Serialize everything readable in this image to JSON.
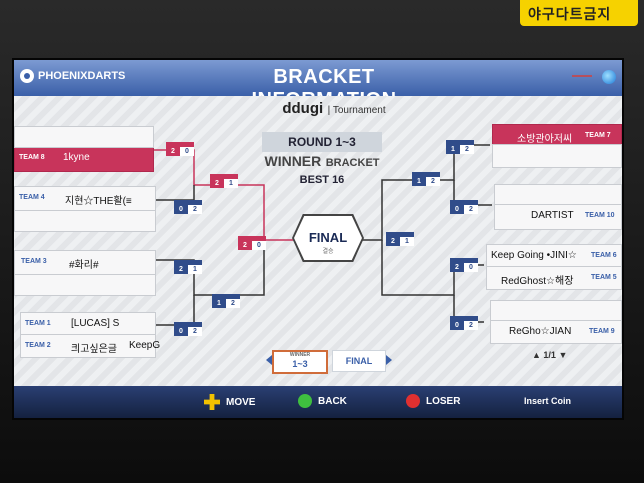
{
  "sticker": {
    "text": "야구다트금지"
  },
  "header": {
    "logo": "PHOENIXDARTS",
    "title": "BRACKET INFORMATION"
  },
  "tournament": {
    "name": "ddugi",
    "type": "Tournament"
  },
  "round": {
    "label": "ROUND 1~3",
    "bracket_big": "WINNER",
    "bracket_small": "BRACKET",
    "best": "BEST 16"
  },
  "final": {
    "label": "FINAL",
    "sub": "결승"
  },
  "teams_left": [
    {
      "id": "TEAM 8",
      "name": "1kyne"
    },
    {
      "id": "TEAM 4",
      "name": "지현☆THE활(≡"
    },
    {
      "id": "TEAM 3",
      "name": "#화리#"
    },
    {
      "id": "TEAM 1",
      "name": "[LUCAS] S"
    },
    {
      "id": "TEAM 2",
      "name": "킈고싶은글",
      "extra": "KeepG"
    }
  ],
  "teams_right": [
    {
      "id": "TEAM 7",
      "name": "소방관아저씨"
    },
    {
      "id": "TEAM 10",
      "name": "DARTIST"
    },
    {
      "id": "TEAM 6",
      "name": "Keep Going •JINI☆"
    },
    {
      "id": "TEAM 5",
      "name": "RedGhost☆해장"
    },
    {
      "id": "TEAM 9",
      "name": "ReGho☆JIAN"
    }
  ],
  "scores": {
    "s1": {
      "l": "2",
      "r": "0"
    },
    "s2": {
      "l": "0",
      "r": "2"
    },
    "s3": {
      "l": "2",
      "r": "1"
    },
    "s4": {
      "l": "2",
      "r": "1"
    },
    "s5": {
      "l": "0",
      "r": "2"
    },
    "s6": {
      "l": "1",
      "r": "2"
    },
    "s7": {
      "l": "2",
      "r": "0"
    },
    "s8": {
      "l": "2",
      "r": "1"
    },
    "s9": {
      "l": "1",
      "r": "2"
    },
    "s10": {
      "l": "1",
      "r": "2"
    },
    "s11": {
      "l": "0",
      "r": "2"
    },
    "s12": {
      "l": "2",
      "r": "0"
    },
    "s13": {
      "l": "0",
      "r": "2"
    }
  },
  "tabs": {
    "active_caption": "WINNER",
    "active_value": "1~3",
    "final": "FINAL"
  },
  "pagination": {
    "text": "1/1"
  },
  "footer": {
    "move": "MOVE",
    "back": "BACK",
    "loser": "LOSER",
    "insert": "Insert Coin"
  },
  "colors": {
    "accent": "#3a5fa8",
    "highlight": "#c8345b",
    "header": "#4a6db5",
    "footer": "#1a2a55"
  }
}
